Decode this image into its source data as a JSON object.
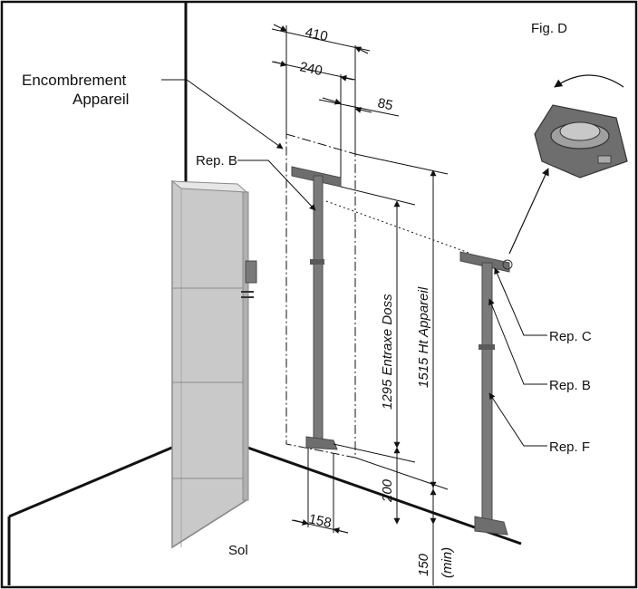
{
  "figure_label": "Fig. D",
  "envelope_label_line1": "Encombrement",
  "envelope_label_line2": "Appareil",
  "dimensions": {
    "width_410": "410",
    "width_240": "240",
    "offset_85": "85",
    "spacing_1295": "1295 Entraxe Doss",
    "height_1515": "1515 Ht Appareil",
    "bottom_200": "200",
    "foot_158": "158",
    "floor_150": "150",
    "floor_150_note": "(min)"
  },
  "callouts": {
    "rep_b_left": "Rep. B",
    "rep_c": "Rep. C",
    "rep_b_right": "Rep. B",
    "rep_f": "Rep. F"
  },
  "floor_label": "Sol",
  "colors": {
    "line": "#111111",
    "radiator_panel": "#c9c9c9",
    "radiator_edge": "#8a8a8a",
    "bracket": "#6e6e6e",
    "bracket_dark": "#4a4a4a"
  }
}
